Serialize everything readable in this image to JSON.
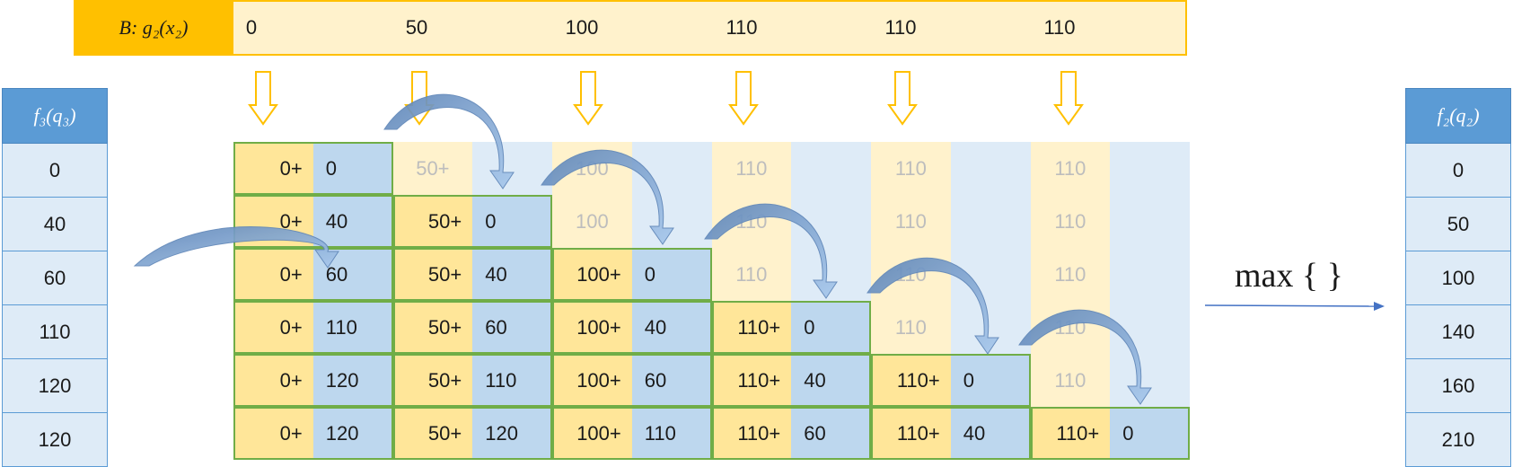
{
  "top_bar": {
    "label": "B: g₂(x₂)",
    "values": [
      "0",
      "50",
      "100",
      "110",
      "110",
      "110"
    ]
  },
  "left_table": {
    "header": "f₃(q₃)",
    "values": [
      "0",
      "40",
      "60",
      "110",
      "120",
      "120"
    ]
  },
  "right_table": {
    "header": "f₂(q₂)",
    "values": [
      "0",
      "50",
      "100",
      "140",
      "160",
      "210"
    ]
  },
  "operator_label": "max { }",
  "grid": {
    "rows": [
      [
        [
          "0+",
          "0"
        ],
        [
          "50+",
          ""
        ],
        [
          "100",
          ""
        ],
        [
          "110",
          ""
        ],
        [
          "110",
          ""
        ],
        [
          "110",
          ""
        ]
      ],
      [
        [
          "0+",
          "40"
        ],
        [
          "50+",
          "0"
        ],
        [
          "100",
          ""
        ],
        [
          "110",
          ""
        ],
        [
          "110",
          ""
        ],
        [
          "110",
          ""
        ]
      ],
      [
        [
          "0+",
          "60"
        ],
        [
          "50+",
          "40"
        ],
        [
          "100+",
          "0"
        ],
        [
          "110",
          ""
        ],
        [
          "110",
          ""
        ],
        [
          "110",
          ""
        ]
      ],
      [
        [
          "0+",
          "110"
        ],
        [
          "50+",
          "60"
        ],
        [
          "100+",
          "40"
        ],
        [
          "110+",
          "0"
        ],
        [
          "110",
          ""
        ],
        [
          "110",
          ""
        ]
      ],
      [
        [
          "0+",
          "120"
        ],
        [
          "50+",
          "110"
        ],
        [
          "100+",
          "60"
        ],
        [
          "110+",
          "40"
        ],
        [
          "110+",
          "0"
        ],
        [
          "110",
          ""
        ]
      ],
      [
        [
          "0+",
          "120"
        ],
        [
          "50+",
          "120"
        ],
        [
          "100+",
          "110"
        ],
        [
          "110+",
          "60"
        ],
        [
          "110+",
          "40"
        ],
        [
          "110+",
          "0"
        ]
      ]
    ]
  },
  "colors": {
    "gold": "#ffc000",
    "light_yellow": "#fff2cc",
    "yellow_cell": "#ffe699",
    "blue_header": "#5b9bd5",
    "blue_cell": "#bdd7ee",
    "light_blue": "#deebf7",
    "green_border": "#70ad47",
    "arrow": "#6f94c2"
  }
}
